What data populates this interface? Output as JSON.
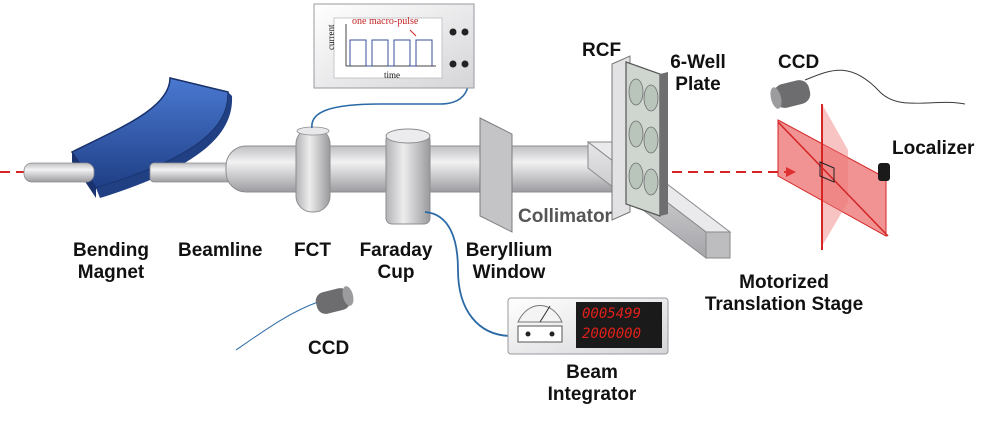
{
  "labels": {
    "bending_magnet": [
      "Bending",
      "Magnet"
    ],
    "beamline": "Beamline",
    "fct": "FCT",
    "faraday_cup": [
      "Faraday",
      "Cup"
    ],
    "beryllium_window": [
      "Beryllium",
      "Window"
    ],
    "collimator": "Collimator",
    "rcf": "RCF",
    "six_well_plate": [
      "6-Well",
      "Plate"
    ],
    "ccd_top": "CCD",
    "ccd_bottom": "CCD",
    "localizer": "Localizer",
    "motorized_stage": [
      "Motorized",
      "Translation Stage"
    ],
    "beam_integrator": [
      "Beam",
      "Integrator"
    ]
  },
  "oscilloscope": {
    "annotation": "one macro-pulse",
    "ylabel": "current",
    "xlabel": "time"
  },
  "integrator_display": {
    "line1": "0005499",
    "line2": "2000000"
  },
  "colors": {
    "magnet": "#2f5db4",
    "beam_laser": "#d42424",
    "cable": "#2c6aa6",
    "pipe": "#d6d6d8",
    "display_digits": "#e0201a"
  }
}
